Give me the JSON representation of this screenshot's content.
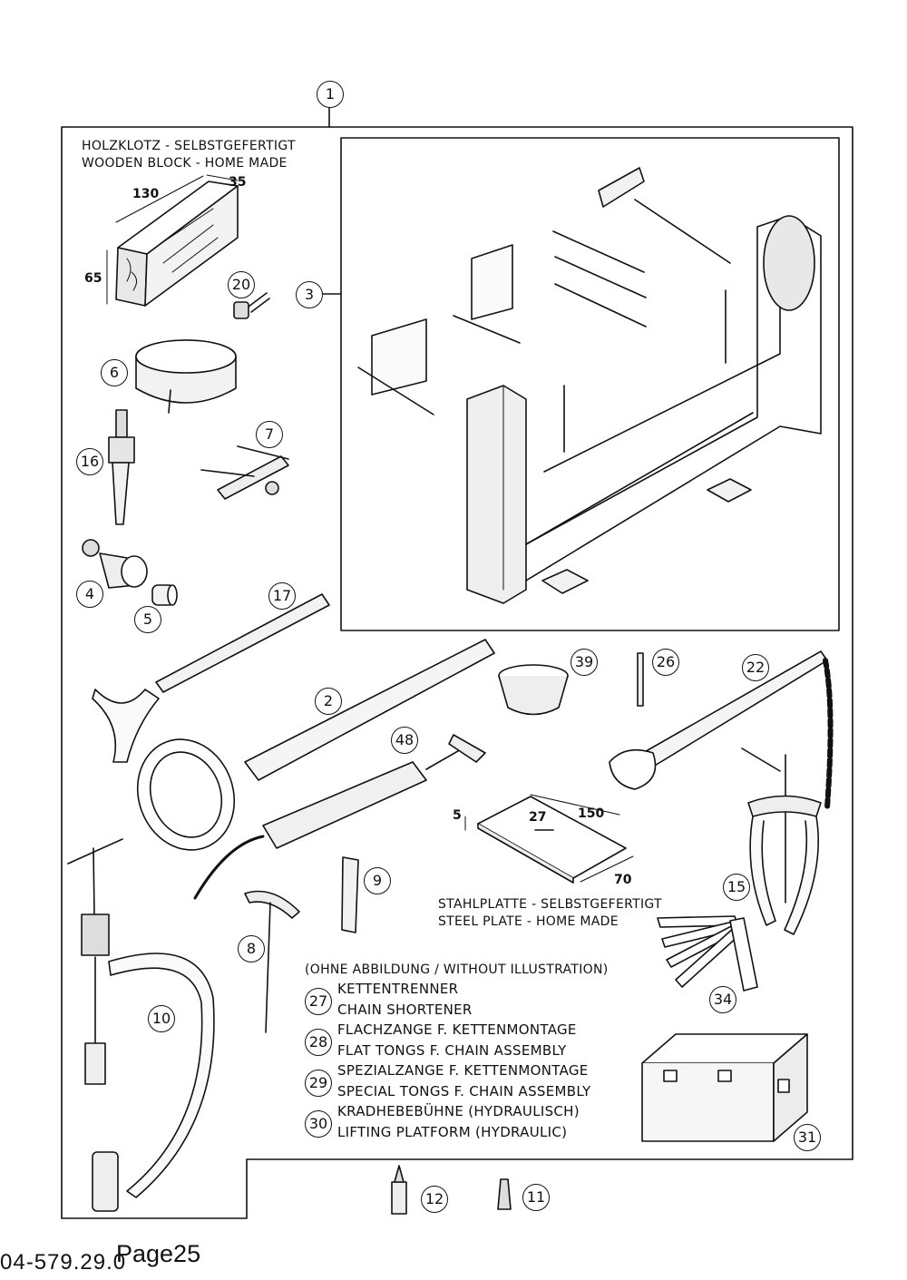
{
  "callouts": {
    "c1": "1",
    "c2": "2",
    "c3": "3",
    "c4": "4",
    "c5": "5",
    "c6": "6",
    "c7": "7",
    "c8": "8",
    "c9": "9",
    "c10": "10",
    "c11": "11",
    "c12": "12",
    "c15": "15",
    "c16": "16",
    "c17": "17",
    "c20": "20",
    "c22": "22",
    "c26": "26",
    "c31": "31",
    "c34": "34",
    "c39": "39",
    "c48": "48"
  },
  "wooden_block": {
    "title_de": "HOLZKLOTZ - SELBSTGEFERTIGT",
    "title_en": "WOODEN BLOCK - HOME MADE",
    "dim_length": "130",
    "dim_width": "35",
    "dim_height": "65"
  },
  "steel_plate": {
    "title_de": "STAHLPLATTE - SELBSTGEFERTIGT",
    "title_en": "STEEL PLATE - HOME MADE",
    "dim_thickness": "5",
    "dim_hole": "27",
    "dim_length": "150",
    "dim_width": "70"
  },
  "without_illustration": {
    "heading": "(OHNE ABBILDUNG / WITHOUT ILLUSTRATION)",
    "items": [
      {
        "num": "27",
        "de": "KETTENTRENNER",
        "en": "CHAIN SHORTENER"
      },
      {
        "num": "28",
        "de": "FLACHZANGE F. KETTENMONTAGE",
        "en": "FLAT TONGS F. CHAIN ASSEMBLY"
      },
      {
        "num": "29",
        "de": "SPEZIALZANGE F. KETTENMONTAGE",
        "en": "SPECIAL TONGS F. CHAIN ASSEMBLY"
      },
      {
        "num": "30",
        "de": "KRADHEBEBÜHNE (HYDRAULISCH)",
        "en": "LIFTING PLATFORM (HYDRAULIC)"
      }
    ]
  },
  "footer": {
    "doc_number": "04-579.29.0",
    "page_label": "Page25"
  }
}
